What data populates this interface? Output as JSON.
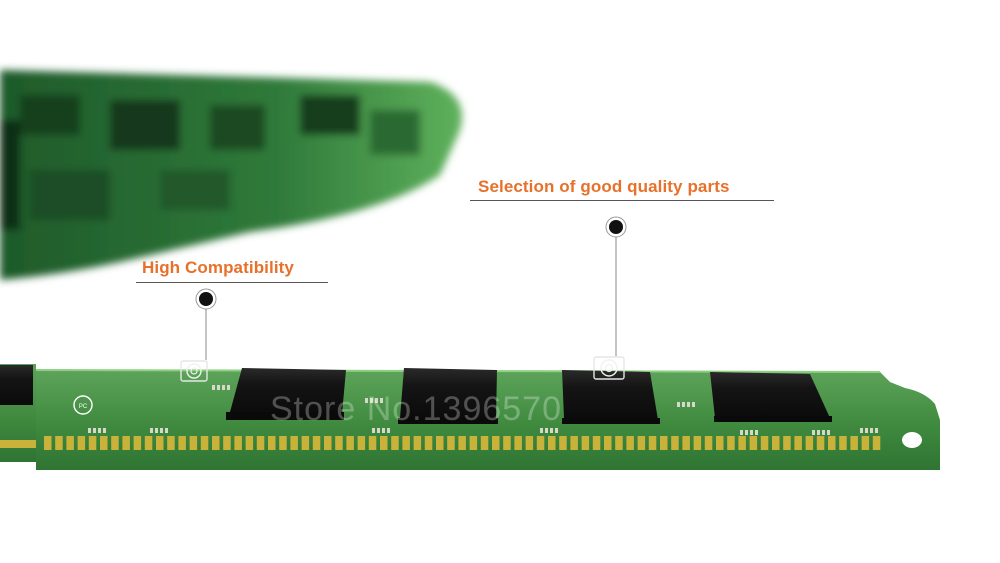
{
  "callouts": [
    {
      "text": "High Compatibility"
    },
    {
      "text": "Selection of good quality parts"
    }
  ],
  "watermark": "Store No.1396570",
  "pcb_mark": "PC",
  "colors": {
    "label": "#e8712a",
    "pcb": "#3f8a3f",
    "gold_contacts": "#c9b23a",
    "chip": "#161616",
    "background": "#ffffff"
  }
}
